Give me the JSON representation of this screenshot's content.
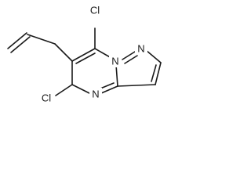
{
  "molecule": {
    "atoms": {
      "cl_top": "Cl",
      "cl_bottom": "Cl",
      "n_bridgehead": "N",
      "n_pyrazole": "N",
      "n_pyrimidine": "N"
    },
    "colors": {
      "bond": "#1a1a1a",
      "background": "#ffffff"
    }
  }
}
